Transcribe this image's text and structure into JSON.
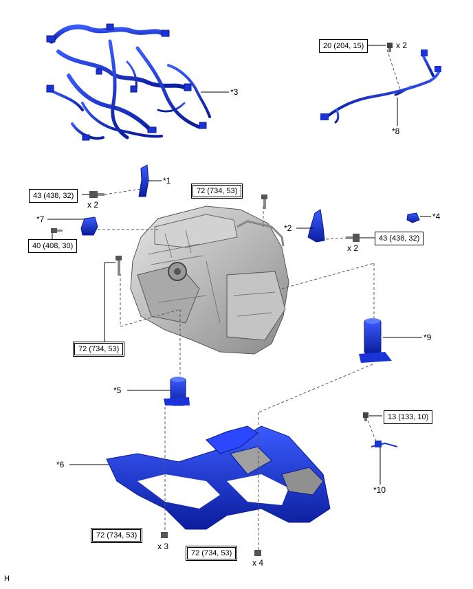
{
  "callouts": {
    "c1": "*1",
    "c2": "*2",
    "c3": "*3",
    "c4": "*4",
    "c5": "*5",
    "c6": "*6",
    "c7": "*7",
    "c8": "*8",
    "c9": "*9",
    "c10": "*10"
  },
  "torques": {
    "t_top_right": "20 (204, 15)",
    "t_left_1": "43 (438, 32)",
    "t_right_2": "43 (438, 32)",
    "t_center_top": "72 (734, 53)",
    "t_left_40": "40 (408, 30)",
    "t_left_72": "72 (734, 53)",
    "t_right_13": "13 (133, 10)",
    "t_bottom_left": "72 (734, 53)",
    "t_bottom_center": "72 (734, 53)"
  },
  "quantities": {
    "q_top_right": "x 2",
    "q_left": "x 2",
    "q_right": "x 2",
    "q_bottom_left": "x 3",
    "q_bottom_center": "x 4"
  },
  "figure_code": "H",
  "colors": {
    "part_blue": "#1530e0",
    "part_blue_dark": "#0a1a90",
    "engine_gray": "#b8b8b8",
    "engine_dark": "#6e6e6e",
    "leader": "#000000"
  }
}
